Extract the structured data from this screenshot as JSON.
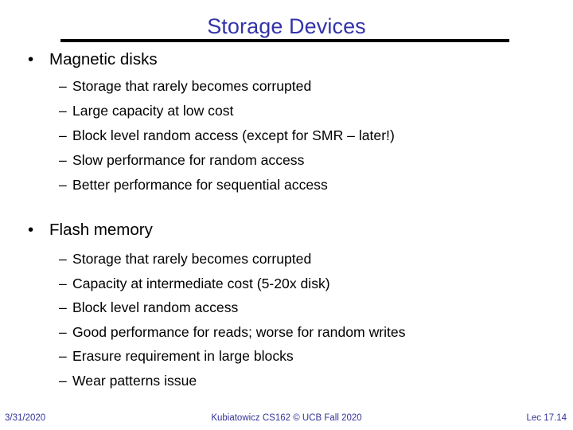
{
  "slide": {
    "title": "Storage Devices",
    "title_color": "#3333AA",
    "rule_color": "#000000",
    "background": "#FFFFFF"
  },
  "content": {
    "groups": [
      {
        "heading": "Magnetic disks",
        "bullet_glyph": "•",
        "dash_glyph": "–",
        "items": [
          "Storage that rarely becomes corrupted",
          "Large capacity at low cost",
          "Block level random access (except for SMR – later!)",
          "Slow performance for random access",
          "Better performance for sequential access"
        ]
      },
      {
        "heading": "Flash memory",
        "bullet_glyph": "•",
        "dash_glyph": "–",
        "items": [
          "Storage that rarely becomes corrupted",
          "Capacity at intermediate cost (5-20x disk)",
          "Block level random access",
          "Good performance for reads; worse for random writes",
          "Erasure requirement in large blocks",
          "Wear patterns issue"
        ]
      }
    ]
  },
  "footer": {
    "date": "3/31/2020",
    "attribution": "Kubiatowicz CS162 © UCB Fall 2020",
    "lecture": "Lec 17.14",
    "color": "#33339A"
  }
}
